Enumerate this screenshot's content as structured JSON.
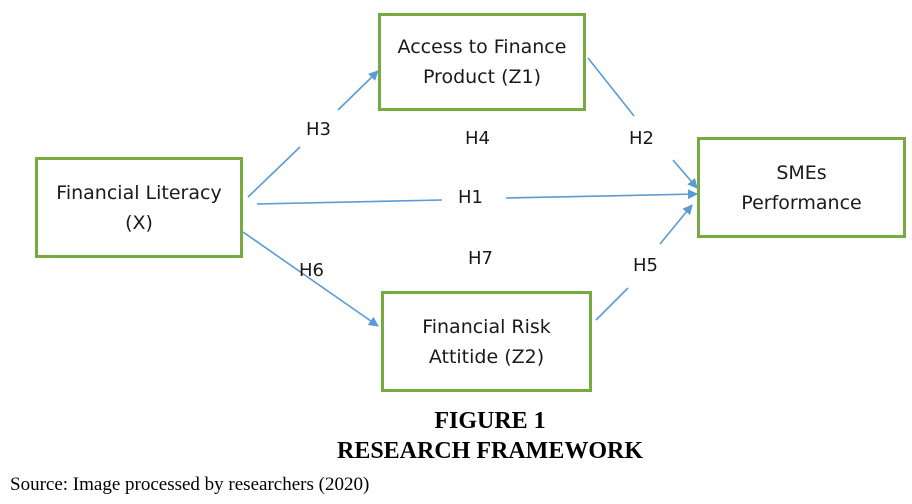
{
  "nodes": {
    "access_to_finance": {
      "line1": "Access to Finance",
      "line2": "Product (Z1)"
    },
    "financial_literacy": {
      "line1": "Financial Literacy",
      "line2": "(X)"
    },
    "smes_performance": {
      "line1": "SMEs",
      "line2": "Performance"
    },
    "financial_risk": {
      "line1": "Financial Risk",
      "line2": "Attitide (Z2)"
    }
  },
  "hypotheses": {
    "h1": "H1",
    "h2": "H2",
    "h3": "H3",
    "h4": "H4",
    "h5": "H5",
    "h6": "H6",
    "h7": "H7"
  },
  "caption": {
    "figure_number": "FIGURE 1",
    "figure_title": "RESEARCH FRAMEWORK"
  },
  "source_note": "Source: Image processed by researchers (2020)",
  "colors": {
    "box_border": "#77ab3f",
    "arrow": "#5b9bd5"
  }
}
